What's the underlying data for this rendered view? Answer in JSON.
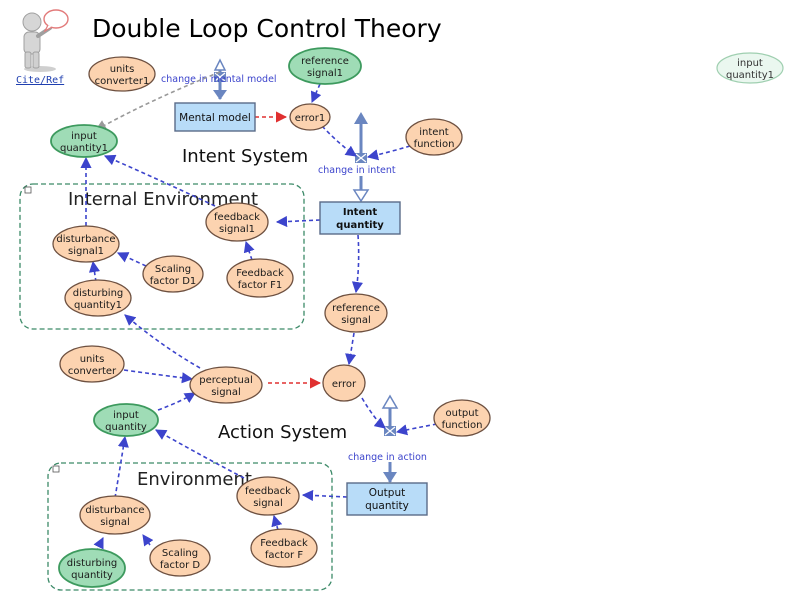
{
  "page": {
    "title": "Double Loop Control Theory",
    "cite_link": "Cite/Ref"
  },
  "colors": {
    "stock_fill": "#b8dcf8",
    "stock_stroke": "#5a6b88",
    "aux_fill": "#fcd3b0",
    "aux_stroke": "#6d5040",
    "input_fill": "#9fdcb6",
    "input_stroke": "#3d9a5e",
    "link": "#3c44cc",
    "delay_link": "#e03030",
    "flow": "#6a86c0",
    "group_stroke": "#3c8a68"
  },
  "groups": {
    "internal_environment": "Internal Environment",
    "environment": "Environment"
  },
  "sector_labels": {
    "intent_system": "Intent System",
    "action_system": "Action System"
  },
  "flows": {
    "change_in_mental_model": "change in mental model",
    "change_in_intent": "change in intent",
    "change_in_action": "change in action"
  },
  "stocks": {
    "mental_model": "Mental model",
    "intent_quantity": [
      "Intent",
      "quantity"
    ],
    "output_quantity": [
      "Output",
      "quantity"
    ]
  },
  "nodes": {
    "units_converter1": [
      "units",
      "converter1"
    ],
    "reference_signal1": [
      "reference",
      "signal1"
    ],
    "input_quantity1_ghost": [
      "input",
      "quantity1"
    ],
    "error1": [
      "error1"
    ],
    "intent_function": [
      "intent",
      "function"
    ],
    "input_quantity1": [
      "input",
      "quantity1"
    ],
    "feedback_signal1": [
      "feedback",
      "signal1"
    ],
    "disturbance_signal1": [
      "disturbance",
      "signal1"
    ],
    "scaling_factor_d1": [
      "Scaling",
      "factor D1"
    ],
    "feedback_factor_f1": [
      "Feedback",
      "factor F1"
    ],
    "disturbing_quantity1": [
      "disturbing",
      "quantity1"
    ],
    "reference_signal": [
      "reference",
      "signal"
    ],
    "units_converter": [
      "units",
      "converter"
    ],
    "perceptual_signal": [
      "perceptual",
      "signal"
    ],
    "error": [
      "error"
    ],
    "output_function": [
      "output",
      "function"
    ],
    "input_quantity": [
      "input",
      "quantity"
    ],
    "feedback_signal": [
      "feedback",
      "signal"
    ],
    "disturbance_signal": [
      "disturbance",
      "signal"
    ],
    "scaling_factor_d": [
      "Scaling",
      "factor D"
    ],
    "feedback_factor_f": [
      "Feedback",
      "factor F"
    ],
    "disturbing_quantity": [
      "disturbing",
      "quantity"
    ]
  }
}
